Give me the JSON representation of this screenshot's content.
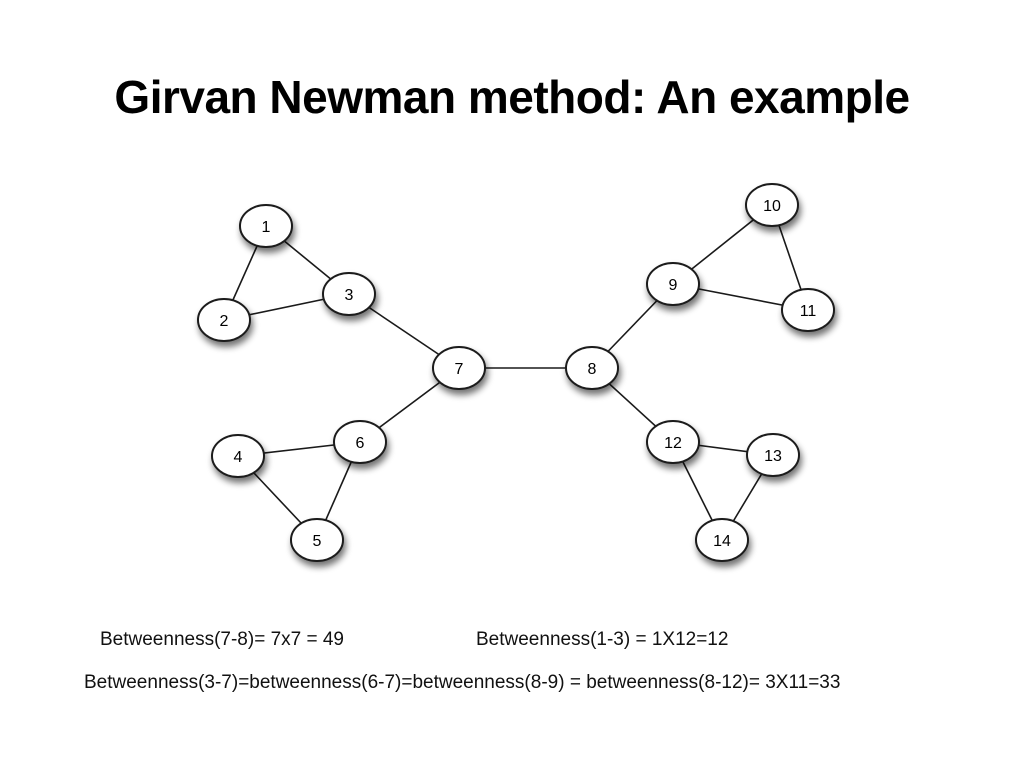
{
  "title": "Girvan Newman method: An example",
  "graph": {
    "nodes": [
      {
        "id": "1",
        "label": "1"
      },
      {
        "id": "2",
        "label": "2"
      },
      {
        "id": "3",
        "label": "3"
      },
      {
        "id": "4",
        "label": "4"
      },
      {
        "id": "5",
        "label": "5"
      },
      {
        "id": "6",
        "label": "6"
      },
      {
        "id": "7",
        "label": "7"
      },
      {
        "id": "8",
        "label": "8"
      },
      {
        "id": "9",
        "label": "9"
      },
      {
        "id": "10",
        "label": "10"
      },
      {
        "id": "11",
        "label": "11"
      },
      {
        "id": "12",
        "label": "12"
      },
      {
        "id": "13",
        "label": "13"
      },
      {
        "id": "14",
        "label": "14"
      }
    ],
    "edges": [
      [
        "1",
        "2"
      ],
      [
        "1",
        "3"
      ],
      [
        "2",
        "3"
      ],
      [
        "3",
        "7"
      ],
      [
        "4",
        "6"
      ],
      [
        "4",
        "5"
      ],
      [
        "5",
        "6"
      ],
      [
        "6",
        "7"
      ],
      [
        "7",
        "8"
      ],
      [
        "8",
        "9"
      ],
      [
        "9",
        "10"
      ],
      [
        "9",
        "11"
      ],
      [
        "10",
        "11"
      ],
      [
        "8",
        "12"
      ],
      [
        "12",
        "13"
      ],
      [
        "12",
        "14"
      ],
      [
        "13",
        "14"
      ]
    ]
  },
  "captions": {
    "betweenness_7_8": "Betweenness(7-8)= 7x7 = 49",
    "betweenness_1_3": "Betweenness(1-3) = 1X12=12",
    "betweenness_bridges": "Betweenness(3-7)=betweenness(6-7)=betweenness(8-9) = betweenness(8-12)= 3X11=33"
  },
  "colors": {
    "node_fill": "#ffffff",
    "node_stroke": "#1a1a1a",
    "edge": "#1a1a1a",
    "text": "#000000"
  }
}
